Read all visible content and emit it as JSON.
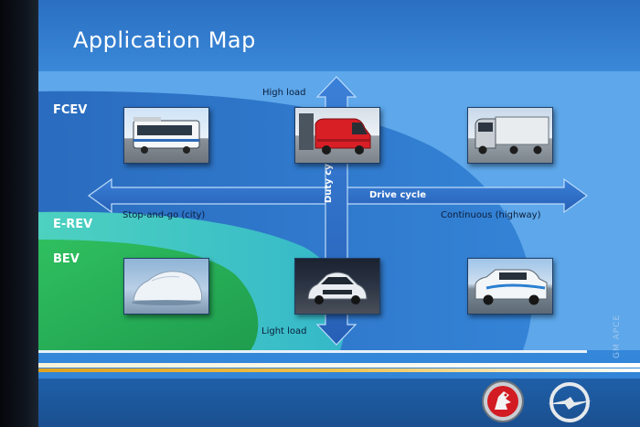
{
  "slide": {
    "title": "Application Map",
    "credit": "GM APCE"
  },
  "zones": {
    "fcev": "FCEV",
    "erev": "E-REV",
    "bev": "BEV"
  },
  "axes": {
    "high_load": "High load",
    "light_load": "Light load",
    "stop_and_go": "Stop-and-go (city)",
    "continuous": "Continuous (highway)",
    "drive_cycle": "Drive cycle",
    "duty_cycle": "Duty cycle"
  },
  "images": [
    {
      "name": "city-bus",
      "depicts": "bus"
    },
    {
      "name": "delivery-van",
      "depicts": "van"
    },
    {
      "name": "semi-truck",
      "depicts": "truck"
    },
    {
      "name": "covered-car",
      "depicts": "covered-car"
    },
    {
      "name": "ampera-car",
      "depicts": "car"
    },
    {
      "name": "hydrogen-suv",
      "depicts": "suv"
    }
  ],
  "logos": [
    "vauxhall-griffin-logo",
    "opel-blitz-logo"
  ],
  "colors": {
    "background_blue": "#3a90e3",
    "fcev_zone": "#2d74c8",
    "erev_zone": "#3fc9b8",
    "bev_zone": "#2bb35d",
    "arrow_blue": "#2d6fcc",
    "accent_gold": "#e2a21e"
  }
}
